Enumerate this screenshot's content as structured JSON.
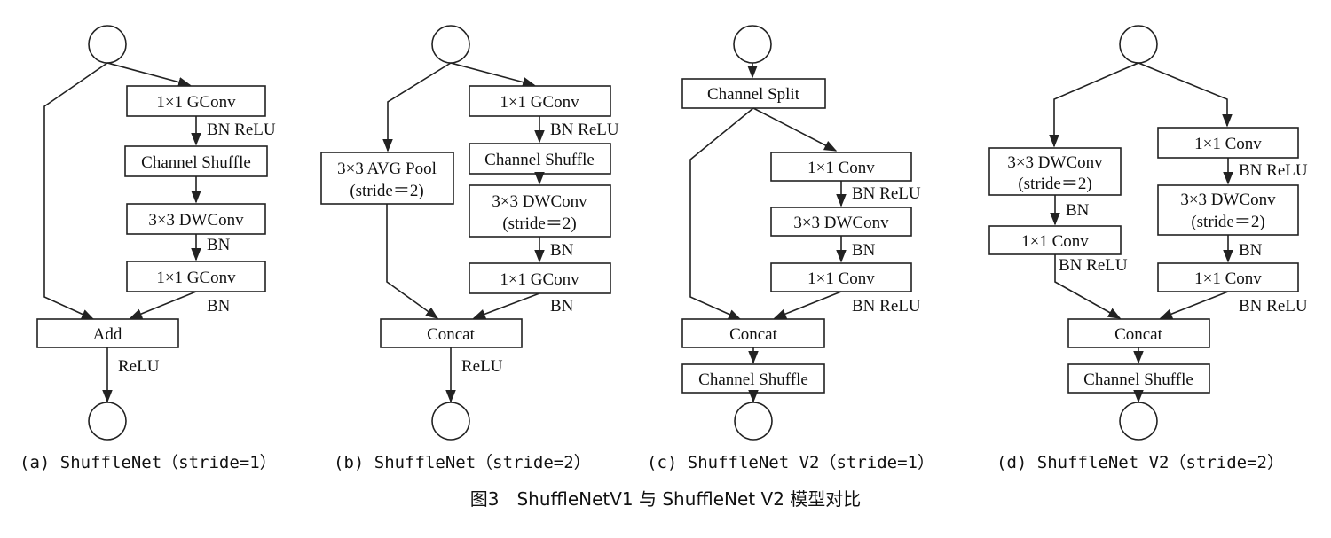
{
  "panels": [
    {
      "caption": "(a) ShuffleNet（stride=1）",
      "boxes": [
        "1×1 GConv",
        "Channel Shuffle",
        "3×3 DWConv",
        "1×1 GConv",
        "Add"
      ],
      "edge_labels": [
        "BN ReLU",
        "BN",
        "BN",
        "ReLU"
      ]
    },
    {
      "caption": "(b) ShuffleNet（stride=2）",
      "boxes": [
        "1×1 GConv",
        "Channel Shuffle",
        "3×3 DWConv",
        "(stride＝2)",
        "1×1 GConv",
        "3×3 AVG Pool",
        "(stride＝2)",
        "Concat"
      ],
      "edge_labels": [
        "BN ReLU",
        "BN",
        "BN",
        "ReLU"
      ]
    },
    {
      "caption": "(c) ShuffleNet V2（stride=1）",
      "boxes": [
        "Channel Split",
        "1×1 Conv",
        "3×3 DWConv",
        "1×1 Conv",
        "Concat",
        "Channel Shuffle"
      ],
      "edge_labels": [
        "BN ReLU",
        "BN",
        "BN ReLU"
      ]
    },
    {
      "caption": "(d) ShuffleNet V2（stride=2）",
      "boxes": [
        "3×3 DWConv",
        "(stride＝2)",
        "1×1 Conv",
        "1×1 Conv",
        "3×3 DWConv",
        "(stride＝2)",
        "1×1 Conv",
        "Concat",
        "Channel Shuffle"
      ],
      "edge_labels": [
        "BN",
        "BN ReLU",
        "BN ReLU",
        "BN",
        "BN ReLU"
      ]
    }
  ],
  "figure_title": "图3　ShuffleNetV1 与 ShuffleNet V2 模型对比"
}
